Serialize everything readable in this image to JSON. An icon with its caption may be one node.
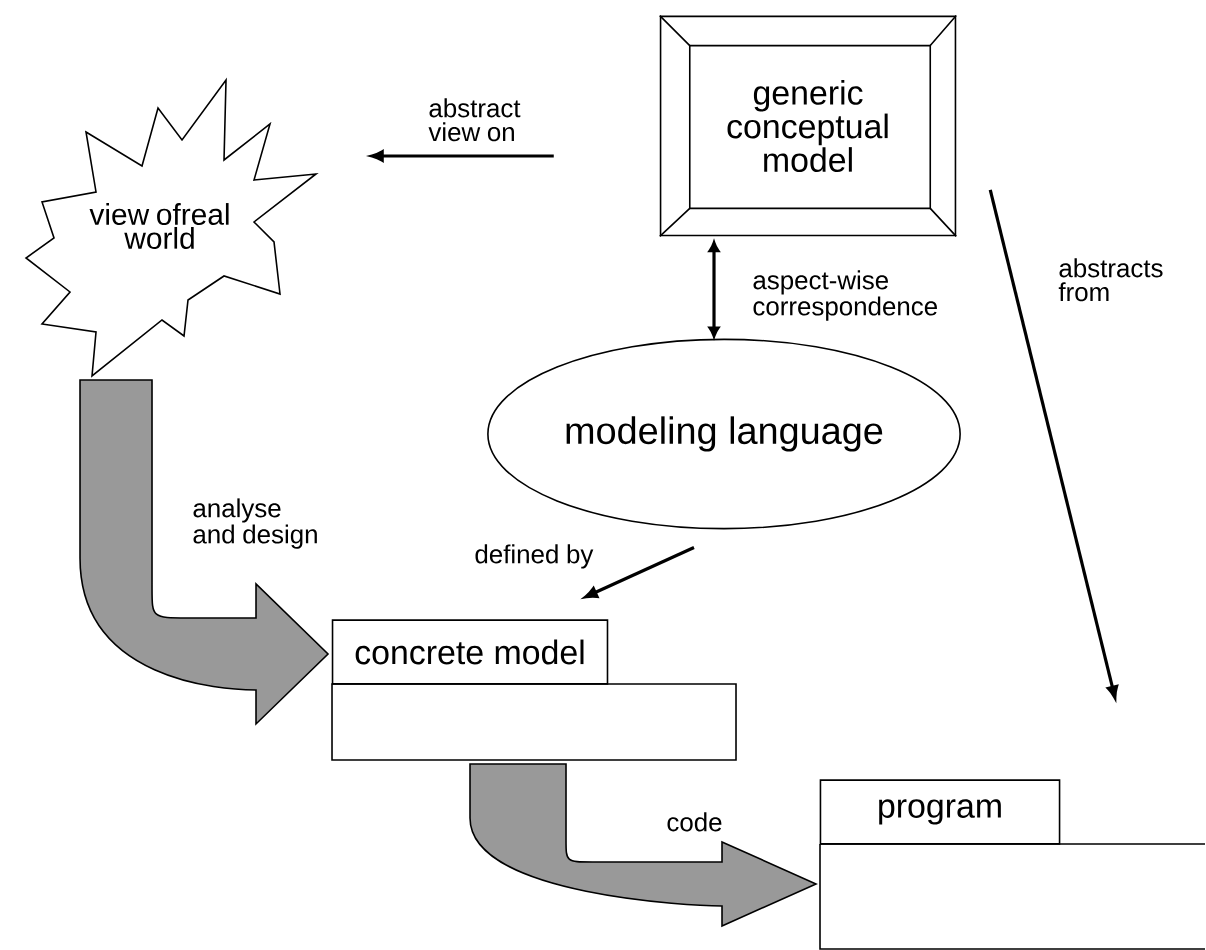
{
  "diagram": {
    "nodes": [
      {
        "text": [
          "generic conceptual model"
        ]
      },
      {
        "text": [
          "view ofreal world"
        ]
      },
      {
        "text": [
          "modeling language"
        ]
      },
      {
        "text": [
          "concrete model"
        ]
      },
      {
        "text": [
          "program"
        ]
      }
    ],
    "edges": [
      {
        "from": 0,
        "to": 1,
        "arrow": "to",
        "label": "abstract view on"
      },
      {
        "from": 0,
        "to": 2,
        "arrow": "both",
        "label": "aspect-wise correspondence"
      },
      {
        "from": 2,
        "to": 3,
        "arrow": "to",
        "label": "defined by"
      },
      {
        "from": 0,
        "to": 4,
        "arrow": "to",
        "label": "abstracts from"
      },
      {
        "from": 1,
        "to": 3,
        "arrow": "to",
        "label": "analyse and design",
        "style": "thick",
        "color": "#999999"
      },
      {
        "from": 3,
        "to": 4,
        "arrow": "to",
        "label": "code",
        "style": "thick",
        "color": "#999999"
      }
    ]
  }
}
